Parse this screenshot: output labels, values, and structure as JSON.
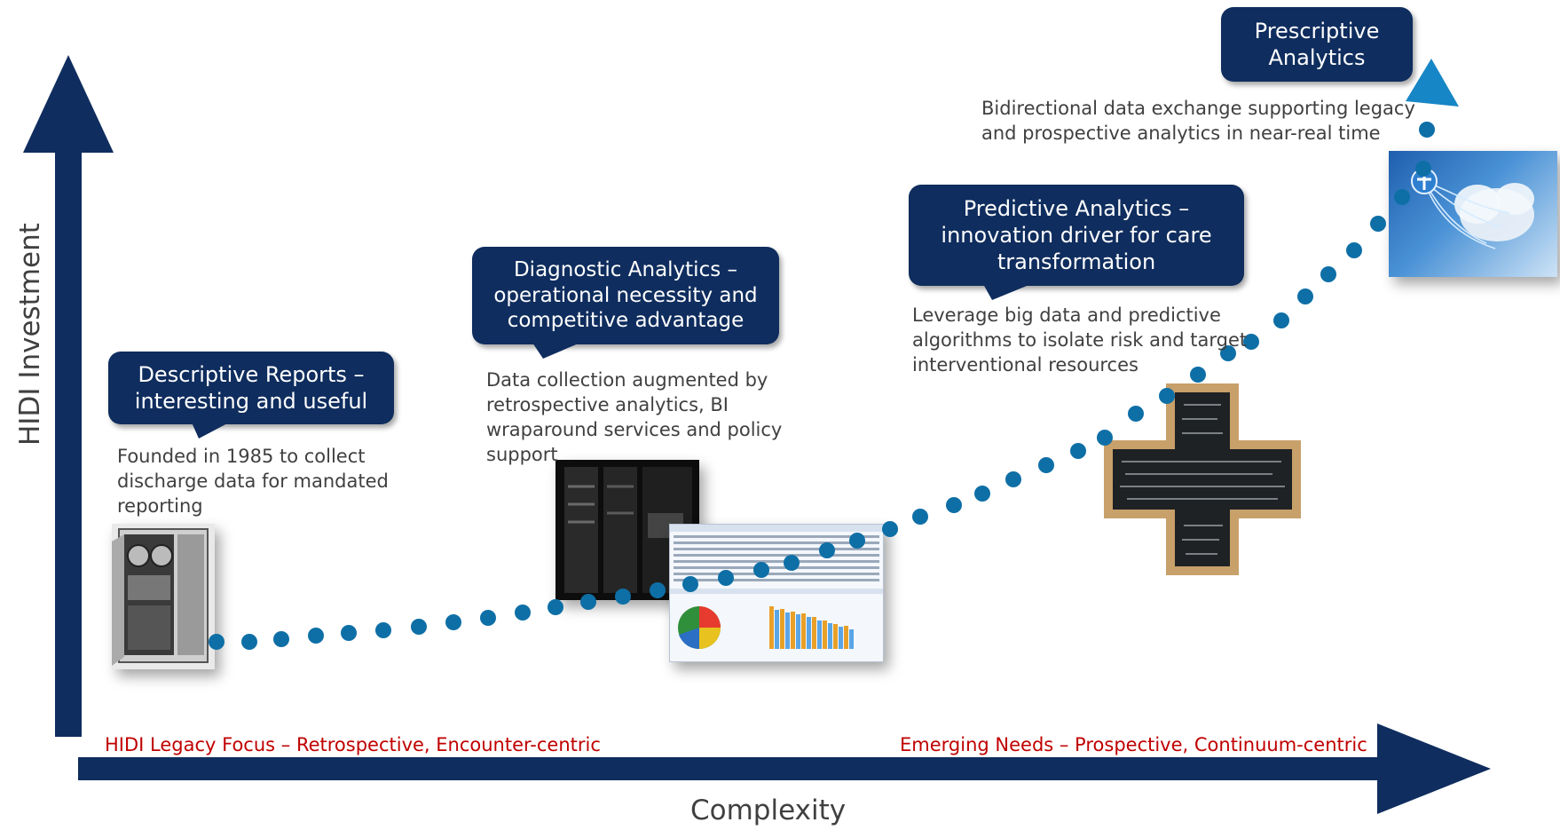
{
  "axes": {
    "y_label": "HIDI Investment",
    "x_label": "Complexity"
  },
  "stages": [
    {
      "title_lines": [
        "Descriptive Reports –",
        "interesting and useful"
      ],
      "description_lines": [
        "Founded in 1985 to collect",
        "discharge data for mandated",
        "reporting"
      ]
    },
    {
      "title_lines": [
        "Diagnostic Analytics –",
        "operational necessity and",
        "competitive advantage"
      ],
      "description_lines": [
        "Data collection augmented by",
        "retrospective analytics, BI",
        "wraparound services and policy",
        "support"
      ]
    },
    {
      "title_lines": [
        "Predictive Analytics –",
        "innovation driver for care",
        "transformation"
      ],
      "description_lines": [
        "Leverage big data and predictive",
        "algorithms to isolate risk and target",
        "interventional resources"
      ]
    },
    {
      "title_lines": [
        "Prescriptive",
        "Analytics"
      ],
      "description_lines": [
        "Bidirectional data exchange supporting legacy",
        "and prospective analytics in near-real time"
      ]
    }
  ],
  "focus_labels": {
    "legacy": "HIDI Legacy Focus – Retrospective, Encounter-centric",
    "emerging": "Emerging Needs – Prospective, Continuum-centric"
  },
  "images": [
    {
      "icon": "tape-drive-mainframe-image"
    },
    {
      "icon": "server-rack-image"
    },
    {
      "icon": "bi-dashboard-screenshot-image"
    },
    {
      "icon": "chalkboard-cross-equations-image"
    },
    {
      "icon": "medical-cloud-image"
    }
  ],
  "colors": {
    "navy": "#0f2d5e",
    "dot_blue": "#0e6fa6",
    "arrow_head_light": "#1786c6",
    "focus_red": "#c00000"
  }
}
